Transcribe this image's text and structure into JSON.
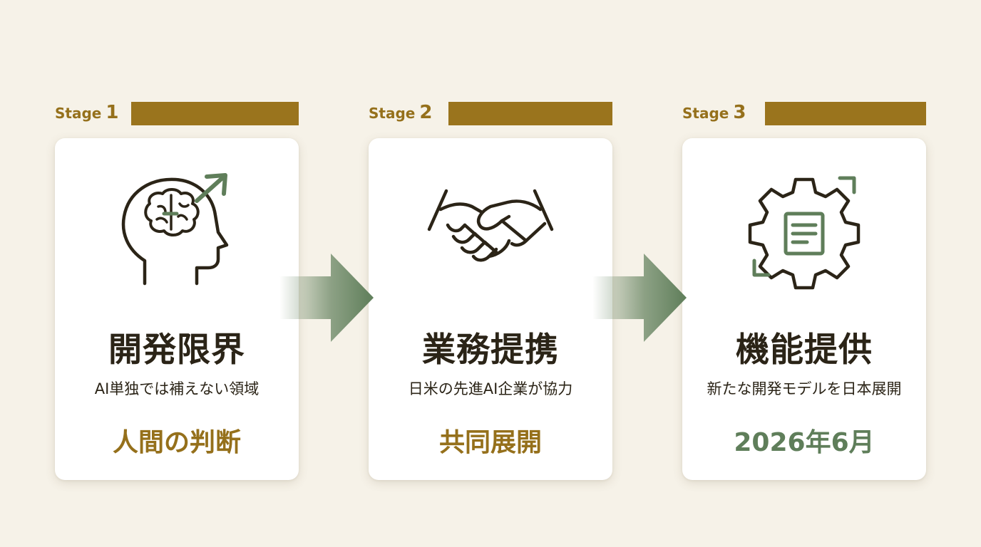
{
  "colors": {
    "background": "#f6f2e8",
    "gold": "#9a741d",
    "dark": "#2b2417",
    "green": "#5f7e5a"
  },
  "stages": [
    {
      "label": "Stage",
      "number": "1",
      "icon": "brain-head-arrow-icon",
      "title": "開発限界",
      "description": "AI単独では補えない領域",
      "value": "人間の判断",
      "value_color": "#95701b"
    },
    {
      "label": "Stage",
      "number": "2",
      "icon": "handshake-icon",
      "title": "業務提携",
      "description": "日米の先進AI企業が協力",
      "value": "共同展開",
      "value_color": "#95701b"
    },
    {
      "label": "Stage",
      "number": "3",
      "icon": "gear-document-icon",
      "title": "機能提供",
      "description": "新たな開発モデルを日本展開",
      "value": "2026年6月",
      "value_color": "#5f7e5a"
    }
  ]
}
